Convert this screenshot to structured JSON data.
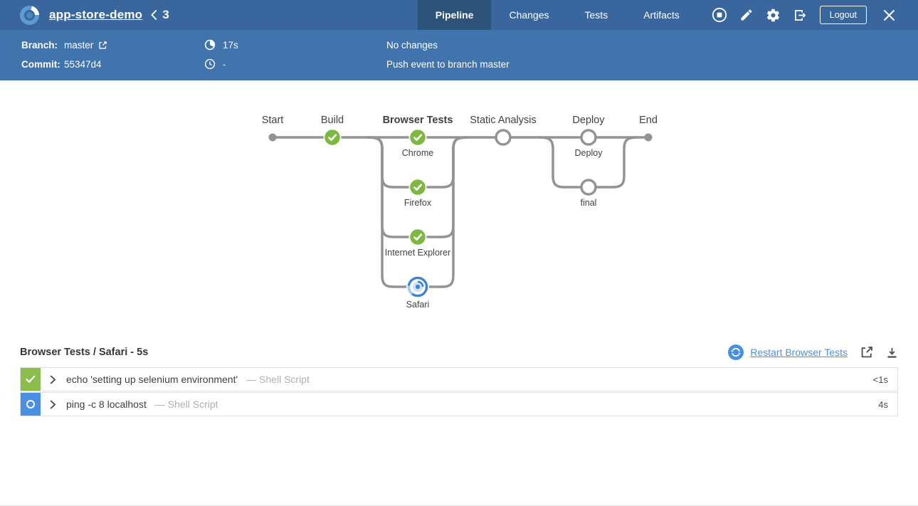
{
  "colors": {
    "topbar": "#39679d",
    "topbar_active_tab": "#2d5379",
    "subheader": "#4173ac",
    "accent_blue": "#4a90e2",
    "success_green_node": "#7db841",
    "success_green_block": "#8cbb4e",
    "graph_line_gray": "#949393",
    "link_blue": "#4a90e2"
  },
  "icons": [
    "jenkins-logo",
    "back-chevron",
    "stop-build",
    "edit-pencil",
    "settings-gear",
    "go-to-classic",
    "close-x",
    "external-link",
    "duration-pie",
    "clock",
    "restart-circular-arrows",
    "open-in-new",
    "download",
    "expand-chevron"
  ],
  "header": {
    "pipeline_name": "app-store-demo",
    "run_number": "3",
    "tabs": [
      {
        "label": "Pipeline",
        "active": true
      },
      {
        "label": "Changes",
        "active": false
      },
      {
        "label": "Tests",
        "active": false
      },
      {
        "label": "Artifacts",
        "active": false
      }
    ],
    "logout_label": "Logout"
  },
  "run_info": {
    "branch_label": "Branch:",
    "branch_value": "master",
    "commit_label": "Commit:",
    "commit_value": "55347d4",
    "duration": "17s",
    "completed": "-",
    "changes_message": "No changes",
    "cause_message": "Push event to branch master"
  },
  "graph": {
    "stages": [
      {
        "name": "Start",
        "status": "start"
      },
      {
        "name": "Build",
        "status": "success"
      },
      {
        "name": "Browser Tests",
        "status": "running",
        "parallel": [
          {
            "name": "Chrome",
            "status": "success"
          },
          {
            "name": "Firefox",
            "status": "success"
          },
          {
            "name": "Internet Explorer",
            "status": "success"
          },
          {
            "name": "Safari",
            "status": "running"
          }
        ]
      },
      {
        "name": "Static Analysis",
        "status": "pending"
      },
      {
        "name": "Deploy",
        "status": "pending",
        "parallel": [
          {
            "name": "Deploy",
            "status": "pending"
          },
          {
            "name": "final",
            "status": "pending"
          }
        ]
      },
      {
        "name": "End",
        "status": "end"
      }
    ]
  },
  "steps": {
    "title": "Browser Tests / Safari - 5s",
    "restart_label": "Restart Browser Tests",
    "items": [
      {
        "status": "success",
        "command": "echo 'setting up selenium environment'",
        "kind": "— Shell Script",
        "duration": "<1s"
      },
      {
        "status": "running",
        "command": "ping -c 8 localhost",
        "kind": "— Shell Script",
        "duration": "4s"
      }
    ]
  }
}
